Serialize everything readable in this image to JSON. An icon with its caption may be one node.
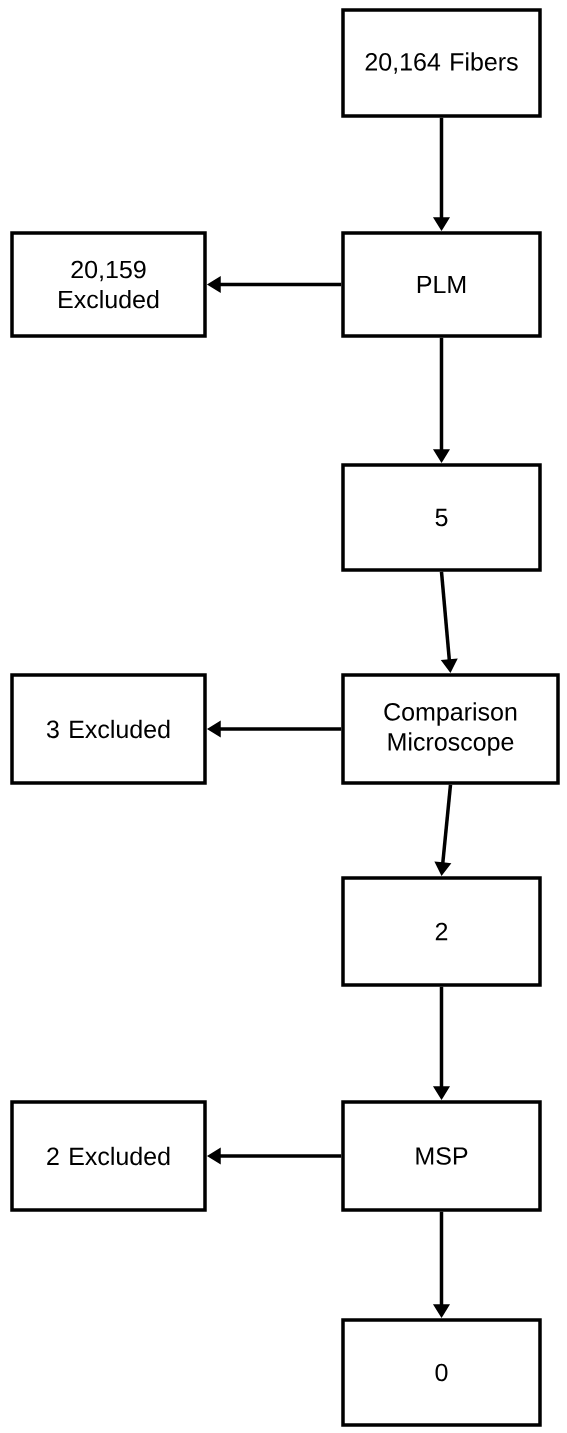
{
  "diagram": {
    "nodes": [
      {
        "text": [
          "20,164 Fibers"
        ]
      },
      {
        "text": [
          "PLM"
        ]
      },
      {
        "text": [
          "20,159 Excluded"
        ]
      },
      {
        "text": [
          "5"
        ]
      },
      {
        "text": [
          "Comparison Microscope"
        ]
      },
      {
        "text": [
          "3 Excluded"
        ]
      },
      {
        "text": [
          "2"
        ]
      },
      {
        "text": [
          "MSP"
        ]
      },
      {
        "text": [
          "2 Excluded"
        ]
      },
      {
        "text": [
          "0"
        ]
      }
    ],
    "edges": [
      {
        "from": 0,
        "to": 1,
        "arrow": "to"
      },
      {
        "from": 1,
        "to": 2,
        "arrow": "to"
      },
      {
        "from": 1,
        "to": 3,
        "arrow": "to"
      },
      {
        "from": 3,
        "to": 4,
        "arrow": "to"
      },
      {
        "from": 4,
        "to": 5,
        "arrow": "to"
      },
      {
        "from": 4,
        "to": 6,
        "arrow": "to"
      },
      {
        "from": 6,
        "to": 7,
        "arrow": "to"
      },
      {
        "from": 7,
        "to": 8,
        "arrow": "to"
      },
      {
        "from": 7,
        "to": 9,
        "arrow": "to"
      }
    ]
  }
}
